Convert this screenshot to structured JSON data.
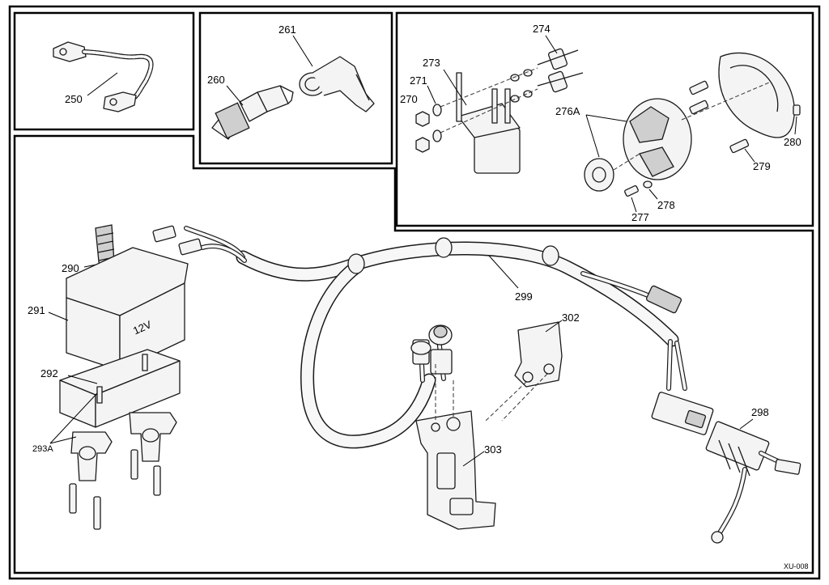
{
  "drawing_code": "XU-008",
  "battery_marking": "12V",
  "callouts": {
    "c250": "250",
    "c260": "260",
    "c261": "261",
    "c270": "270",
    "c271": "271",
    "c273": "273",
    "c274": "274",
    "c276a": "276A",
    "c277": "277",
    "c278": "278",
    "c279": "279",
    "c280": "280",
    "c290": "290",
    "c291": "291",
    "c292": "292",
    "c293a": "293A",
    "c298": "298",
    "c299": "299",
    "c302": "302",
    "c303": "303"
  }
}
